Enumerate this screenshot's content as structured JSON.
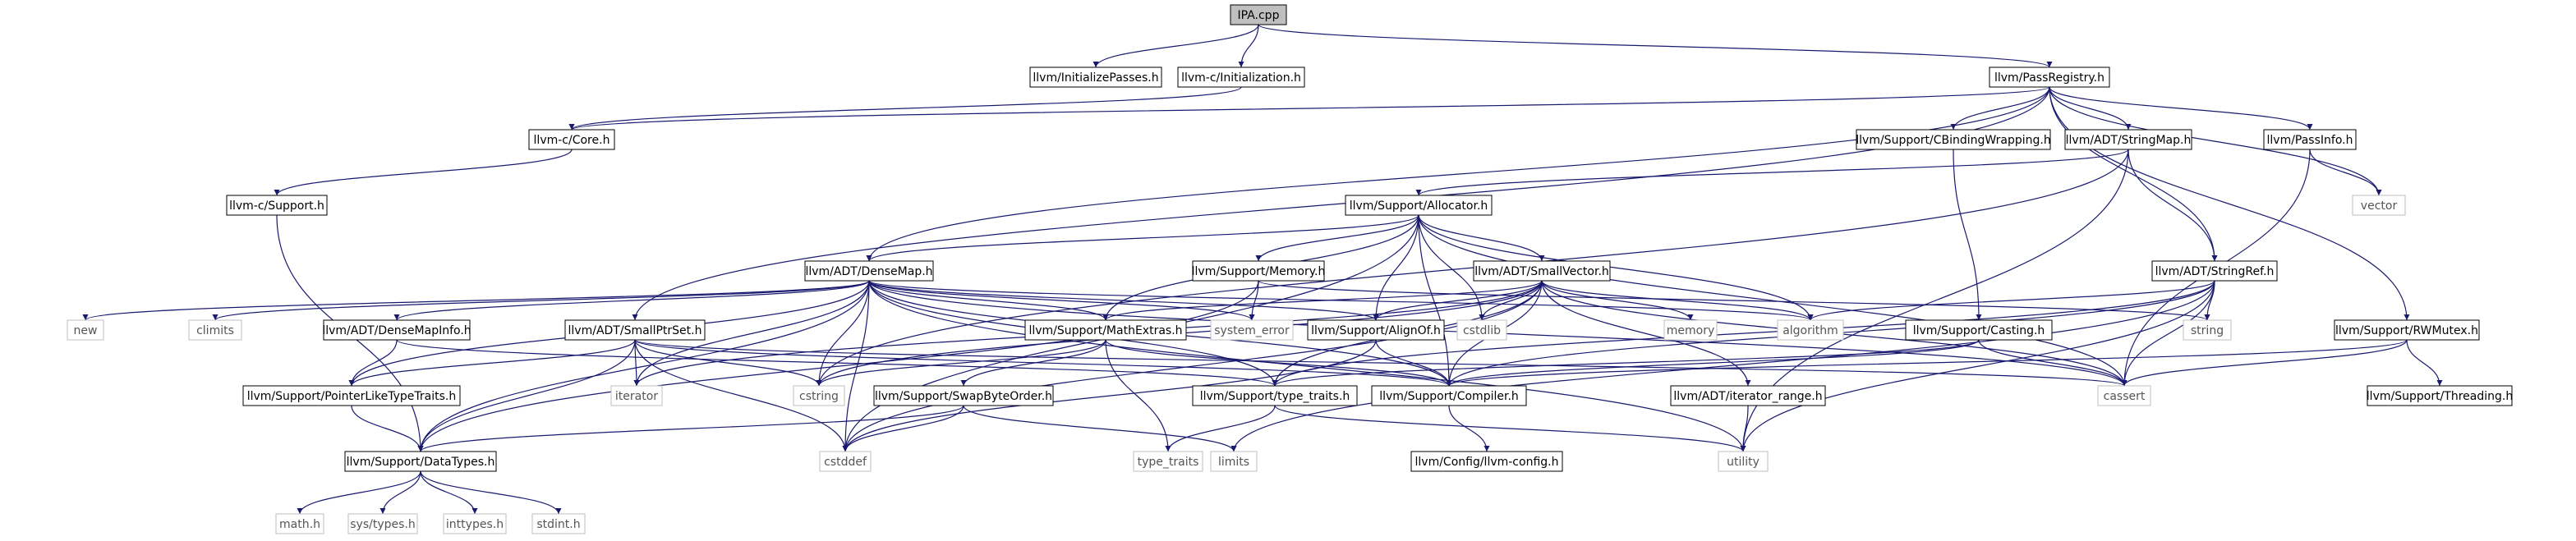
{
  "graph": {
    "colors": {
      "edge": "#191970",
      "root_fill": "#bfbfbf",
      "node_fill": "#ffffff",
      "node_stroke": "#000000",
      "system_stroke": "#bfbfbf",
      "system_text": "#555555"
    },
    "nodes": [
      {
        "id": "ipa_cpp",
        "label": "IPA.cpp",
        "kind": "root"
      },
      {
        "id": "initializepasses_h",
        "label": "llvm/InitializePasses.h",
        "kind": "header"
      },
      {
        "id": "c_initialization_h",
        "label": "llvm-c/Initialization.h",
        "kind": "header"
      },
      {
        "id": "passregistry_h",
        "label": "llvm/PassRegistry.h",
        "kind": "header"
      },
      {
        "id": "c_core_h",
        "label": "llvm-c/Core.h",
        "kind": "header"
      },
      {
        "id": "c_support_h",
        "label": "llvm-c/Support.h",
        "kind": "header"
      },
      {
        "id": "cbindingwrapping_h",
        "label": "llvm/Support/CBindingWrapping.h",
        "kind": "header"
      },
      {
        "id": "stringmap_h",
        "label": "llvm/ADT/StringMap.h",
        "kind": "header"
      },
      {
        "id": "passinfo_h",
        "label": "llvm/PassInfo.h",
        "kind": "header"
      },
      {
        "id": "vector",
        "label": "vector",
        "kind": "system"
      },
      {
        "id": "allocator_h",
        "label": "llvm/Support/Allocator.h",
        "kind": "header"
      },
      {
        "id": "densemap_h",
        "label": "llvm/ADT/DenseMap.h",
        "kind": "header"
      },
      {
        "id": "memory_h",
        "label": "llvm/Support/Memory.h",
        "kind": "header"
      },
      {
        "id": "smallvector_h",
        "label": "llvm/ADT/SmallVector.h",
        "kind": "header"
      },
      {
        "id": "stringref_h",
        "label": "llvm/ADT/StringRef.h",
        "kind": "header"
      },
      {
        "id": "new",
        "label": "new",
        "kind": "system"
      },
      {
        "id": "climits",
        "label": "climits",
        "kind": "system"
      },
      {
        "id": "densemapinfo_h",
        "label": "llvm/ADT/DenseMapInfo.h",
        "kind": "header"
      },
      {
        "id": "smallptrset_h",
        "label": "llvm/ADT/SmallPtrSet.h",
        "kind": "header"
      },
      {
        "id": "mathextras_h",
        "label": "llvm/Support/MathExtras.h",
        "kind": "header"
      },
      {
        "id": "system_error",
        "label": "system_error",
        "kind": "system"
      },
      {
        "id": "alignof_h",
        "label": "llvm/Support/AlignOf.h",
        "kind": "header"
      },
      {
        "id": "cstdlib",
        "label": "cstdlib",
        "kind": "system"
      },
      {
        "id": "memory",
        "label": "memory",
        "kind": "system"
      },
      {
        "id": "algorithm",
        "label": "algorithm",
        "kind": "system"
      },
      {
        "id": "string",
        "label": "string",
        "kind": "system"
      },
      {
        "id": "casting_h",
        "label": "llvm/Support/Casting.h",
        "kind": "header"
      },
      {
        "id": "rwmutex_h",
        "label": "llvm/Support/RWMutex.h",
        "kind": "header"
      },
      {
        "id": "iterator",
        "label": "iterator",
        "kind": "system"
      },
      {
        "id": "pointerliketypetraits_h",
        "label": "llvm/Support/PointerLikeTypeTraits.h",
        "kind": "header"
      },
      {
        "id": "cstring",
        "label": "cstring",
        "kind": "system"
      },
      {
        "id": "swapbyteorder_h",
        "label": "llvm/Support/SwapByteOrder.h",
        "kind": "header"
      },
      {
        "id": "type_traits_h",
        "label": "llvm/Support/type_traits.h",
        "kind": "header"
      },
      {
        "id": "compiler_h",
        "label": "llvm/Support/Compiler.h",
        "kind": "header"
      },
      {
        "id": "iterator_range_h",
        "label": "llvm/ADT/iterator_range.h",
        "kind": "header"
      },
      {
        "id": "cassert",
        "label": "cassert",
        "kind": "system"
      },
      {
        "id": "threading_h",
        "label": "llvm/Support/Threading.h",
        "kind": "header"
      },
      {
        "id": "datatypes_h",
        "label": "llvm/Support/DataTypes.h",
        "kind": "header"
      },
      {
        "id": "cstddef",
        "label": "cstddef",
        "kind": "system"
      },
      {
        "id": "limits",
        "label": "limits",
        "kind": "system"
      },
      {
        "id": "type_traits",
        "label": "type_traits",
        "kind": "system"
      },
      {
        "id": "utility",
        "label": "utility",
        "kind": "system"
      },
      {
        "id": "llvm_config_h",
        "label": "llvm/Config/llvm-config.h",
        "kind": "header"
      },
      {
        "id": "math_h",
        "label": "math.h",
        "kind": "system"
      },
      {
        "id": "sys_types_h",
        "label": "sys/types.h",
        "kind": "system"
      },
      {
        "id": "inttypes_h",
        "label": "inttypes.h",
        "kind": "system"
      },
      {
        "id": "stdint_h",
        "label": "stdint.h",
        "kind": "system"
      }
    ],
    "edges": [
      [
        "ipa_cpp",
        "initializepasses_h"
      ],
      [
        "ipa_cpp",
        "c_initialization_h"
      ],
      [
        "ipa_cpp",
        "passregistry_h"
      ],
      [
        "c_initialization_h",
        "c_core_h"
      ],
      [
        "passregistry_h",
        "c_core_h"
      ],
      [
        "passregistry_h",
        "cbindingwrapping_h"
      ],
      [
        "passregistry_h",
        "stringmap_h"
      ],
      [
        "passregistry_h",
        "passinfo_h"
      ],
      [
        "passregistry_h",
        "vector"
      ],
      [
        "passregistry_h",
        "densemap_h"
      ],
      [
        "passregistry_h",
        "smallptrset_h"
      ],
      [
        "passregistry_h",
        "stringref_h"
      ],
      [
        "passregistry_h",
        "rwmutex_h"
      ],
      [
        "c_core_h",
        "c_support_h"
      ],
      [
        "c_support_h",
        "datatypes_h"
      ],
      [
        "cbindingwrapping_h",
        "casting_h"
      ],
      [
        "stringmap_h",
        "allocator_h"
      ],
      [
        "stringmap_h",
        "stringref_h"
      ],
      [
        "stringmap_h",
        "cstring"
      ],
      [
        "stringmap_h",
        "utility"
      ],
      [
        "passinfo_h",
        "vector"
      ],
      [
        "passinfo_h",
        "cassert"
      ],
      [
        "allocator_h",
        "densemap_h"
      ],
      [
        "allocator_h",
        "memory_h"
      ],
      [
        "allocator_h",
        "smallvector_h"
      ],
      [
        "allocator_h",
        "mathextras_h"
      ],
      [
        "allocator_h",
        "alignof_h"
      ],
      [
        "allocator_h",
        "cstdlib"
      ],
      [
        "allocator_h",
        "algorithm"
      ],
      [
        "allocator_h",
        "cassert"
      ],
      [
        "allocator_h",
        "cstddef"
      ],
      [
        "allocator_h",
        "compiler_h"
      ],
      [
        "densemap_h",
        "new"
      ],
      [
        "densemap_h",
        "climits"
      ],
      [
        "densemap_h",
        "densemapinfo_h"
      ],
      [
        "densemap_h",
        "pointerliketypetraits_h"
      ],
      [
        "densemap_h",
        "mathextras_h"
      ],
      [
        "densemap_h",
        "system_error"
      ],
      [
        "densemap_h",
        "alignof_h"
      ],
      [
        "densemap_h",
        "algorithm"
      ],
      [
        "densemap_h",
        "iterator"
      ],
      [
        "densemap_h",
        "cstring"
      ],
      [
        "densemap_h",
        "type_traits_h"
      ],
      [
        "densemap_h",
        "compiler_h"
      ],
      [
        "densemap_h",
        "cstddef"
      ],
      [
        "densemap_h",
        "utility"
      ],
      [
        "densemap_h",
        "cassert"
      ],
      [
        "densemap_h",
        "datatypes_h"
      ],
      [
        "memory_h",
        "system_error"
      ],
      [
        "memory_h",
        "string"
      ],
      [
        "memory_h",
        "datatypes_h"
      ],
      [
        "smallvector_h",
        "mathextras_h"
      ],
      [
        "smallvector_h",
        "alignof_h"
      ],
      [
        "smallvector_h",
        "cstdlib"
      ],
      [
        "smallvector_h",
        "memory"
      ],
      [
        "smallvector_h",
        "algorithm"
      ],
      [
        "smallvector_h",
        "iterator_range_h"
      ],
      [
        "smallvector_h",
        "iterator"
      ],
      [
        "smallvector_h",
        "cstring"
      ],
      [
        "smallvector_h",
        "compiler_h"
      ],
      [
        "smallvector_h",
        "type_traits_h"
      ],
      [
        "smallvector_h",
        "cstddef"
      ],
      [
        "smallvector_h",
        "cassert"
      ],
      [
        "stringref_h",
        "algorithm"
      ],
      [
        "stringref_h",
        "string"
      ],
      [
        "stringref_h",
        "cassert"
      ],
      [
        "stringref_h",
        "compiler_h"
      ],
      [
        "stringref_h",
        "type_traits_h"
      ],
      [
        "stringref_h",
        "limits"
      ],
      [
        "stringref_h",
        "utility"
      ],
      [
        "densemapinfo_h",
        "pointerliketypetraits_h"
      ],
      [
        "densemapinfo_h",
        "type_traits_h"
      ],
      [
        "smallptrset_h",
        "pointerliketypetraits_h"
      ],
      [
        "smallptrset_h",
        "iterator"
      ],
      [
        "smallptrset_h",
        "cstring"
      ],
      [
        "smallptrset_h",
        "cstddef"
      ],
      [
        "smallptrset_h",
        "compiler_h"
      ],
      [
        "smallptrset_h",
        "cassert"
      ],
      [
        "smallptrset_h",
        "datatypes_h"
      ],
      [
        "mathextras_h",
        "cstring"
      ],
      [
        "mathextras_h",
        "swapbyteorder_h"
      ],
      [
        "mathextras_h",
        "type_traits"
      ],
      [
        "mathextras_h",
        "compiler_h"
      ],
      [
        "alignof_h",
        "compiler_h"
      ],
      [
        "alignof_h",
        "cstddef"
      ],
      [
        "casting_h",
        "type_traits_h"
      ],
      [
        "casting_h",
        "compiler_h"
      ],
      [
        "casting_h",
        "cassert"
      ],
      [
        "rwmutex_h",
        "compiler_h"
      ],
      [
        "rwmutex_h",
        "threading_h"
      ],
      [
        "rwmutex_h",
        "cassert"
      ],
      [
        "pointerliketypetraits_h",
        "datatypes_h"
      ],
      [
        "swapbyteorder_h",
        "cstddef"
      ],
      [
        "swapbyteorder_h",
        "limits"
      ],
      [
        "swapbyteorder_h",
        "datatypes_h"
      ],
      [
        "type_traits_h",
        "type_traits"
      ],
      [
        "type_traits_h",
        "utility"
      ],
      [
        "compiler_h",
        "llvm_config_h"
      ],
      [
        "iterator_range_h",
        "utility"
      ],
      [
        "datatypes_h",
        "math_h"
      ],
      [
        "datatypes_h",
        "sys_types_h"
      ],
      [
        "datatypes_h",
        "inttypes_h"
      ],
      [
        "datatypes_h",
        "stdint_h"
      ]
    ]
  }
}
